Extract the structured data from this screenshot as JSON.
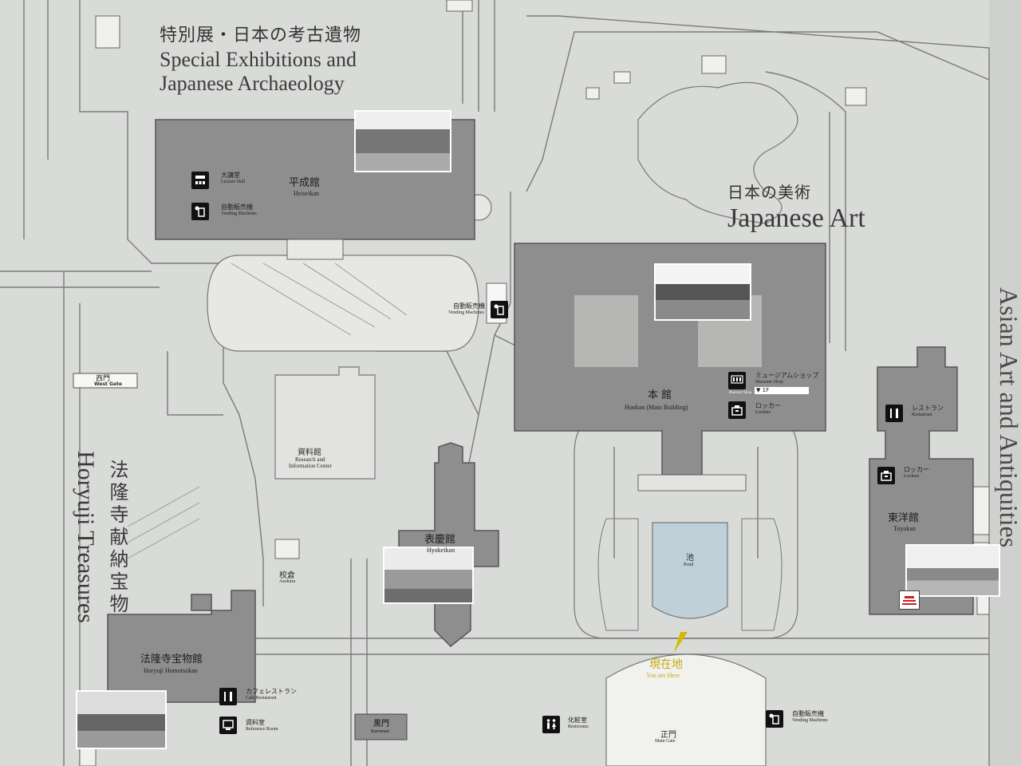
{
  "areas": {
    "special": {
      "jp": "特別展・日本の考古遺物",
      "en1": "Special Exhibitions and",
      "en2": "Japanese Archaeology"
    },
    "japanese_art": {
      "jp": "日本の美術",
      "en": "Japanese Art"
    },
    "horyuji": {
      "jp": "法隆寺献納宝物",
      "en": "Horyuji Treasures"
    }
  },
  "buildings": {
    "heiseikan": {
      "jp": "平成館",
      "en": "Heiseikan"
    },
    "honkan": {
      "jp": "本 館",
      "en": "Honkan (Main Building)"
    },
    "toyokan": {
      "jp": "東洋館",
      "en": "Toyokan"
    },
    "hyokeikan": {
      "jp": "表慶館",
      "en": "Hyokeikan"
    },
    "research": {
      "jp": "資料館",
      "en1": "Research and",
      "en2": "Information Center"
    },
    "horyuji_homotsukan": {
      "jp": "法隆寺宝物館",
      "en": "Horyuji Homotsukan"
    },
    "azekura": {
      "jp": "校倉",
      "en": "Azekura"
    },
    "pond": {
      "jp": "池",
      "en": "Pond"
    }
  },
  "facilities": {
    "lecture_hall": {
      "jp": "大講堂",
      "en": "Lecture Hall"
    },
    "vending_heisei": {
      "jp": "自動販売機",
      "en": "Vending Machines"
    },
    "vending_mid": {
      "jp": "自動販売機",
      "en": "Vending Machines"
    },
    "museum_shop": {
      "jp": "ミュージアムショップ",
      "en": "Museum Shop",
      "floor": "1F",
      "sign": "Museum Shop"
    },
    "lockers_honkan": {
      "jp": "ロッカー",
      "en": "Lockers"
    },
    "restaurant": {
      "jp": "レストラン",
      "en": "Restaurant"
    },
    "lockers_toyokan": {
      "jp": "ロッカー",
      "en": "Lockers"
    },
    "cafe": {
      "jp": "カフェレストラン",
      "en": "Cafe Restaurant"
    },
    "reference": {
      "jp": "資料室",
      "en": "Reference Room"
    },
    "restrooms": {
      "jp": "化粧室",
      "en": "Restrooms"
    },
    "vending_gate": {
      "jp": "自動販売機",
      "en": "Vending Machines"
    }
  },
  "gates": {
    "west": {
      "jp": "西門",
      "en": "West Gate"
    },
    "kuromon": {
      "jp": "黒門",
      "en": "Kuromon"
    },
    "main": {
      "jp": "正門",
      "en": "Main Gate"
    }
  },
  "you_are_here": {
    "jp": "現在地",
    "en": "You are Here"
  },
  "edge_text": "Asian Art and Antiquities",
  "colors": {
    "background": "#d6d8d6",
    "building": "#8e8e8e",
    "path": "#f2f2ef",
    "pond": "#bfd0d8",
    "you_are_here": "#d6b800"
  }
}
